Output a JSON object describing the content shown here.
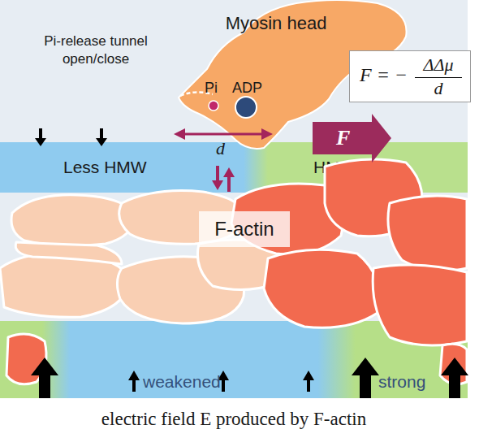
{
  "diagram": {
    "nodes": [
      {
        "text": [
          "Myosin head"
        ]
      },
      {
        "text": [
          "F = −",
          "ΔΔμ",
          "d"
        ]
      },
      {
        "text": [
          "Less HMW"
        ]
      },
      {
        "text": [
          "HMW"
        ]
      },
      {
        "text": [
          "F-actin"
        ]
      }
    ],
    "labels": [
      "Pi-release tunnel open/close",
      "Pi",
      "ADP",
      "d",
      "F",
      "weakened",
      "strong",
      "electric field E produced by F-actin"
    ]
  }
}
